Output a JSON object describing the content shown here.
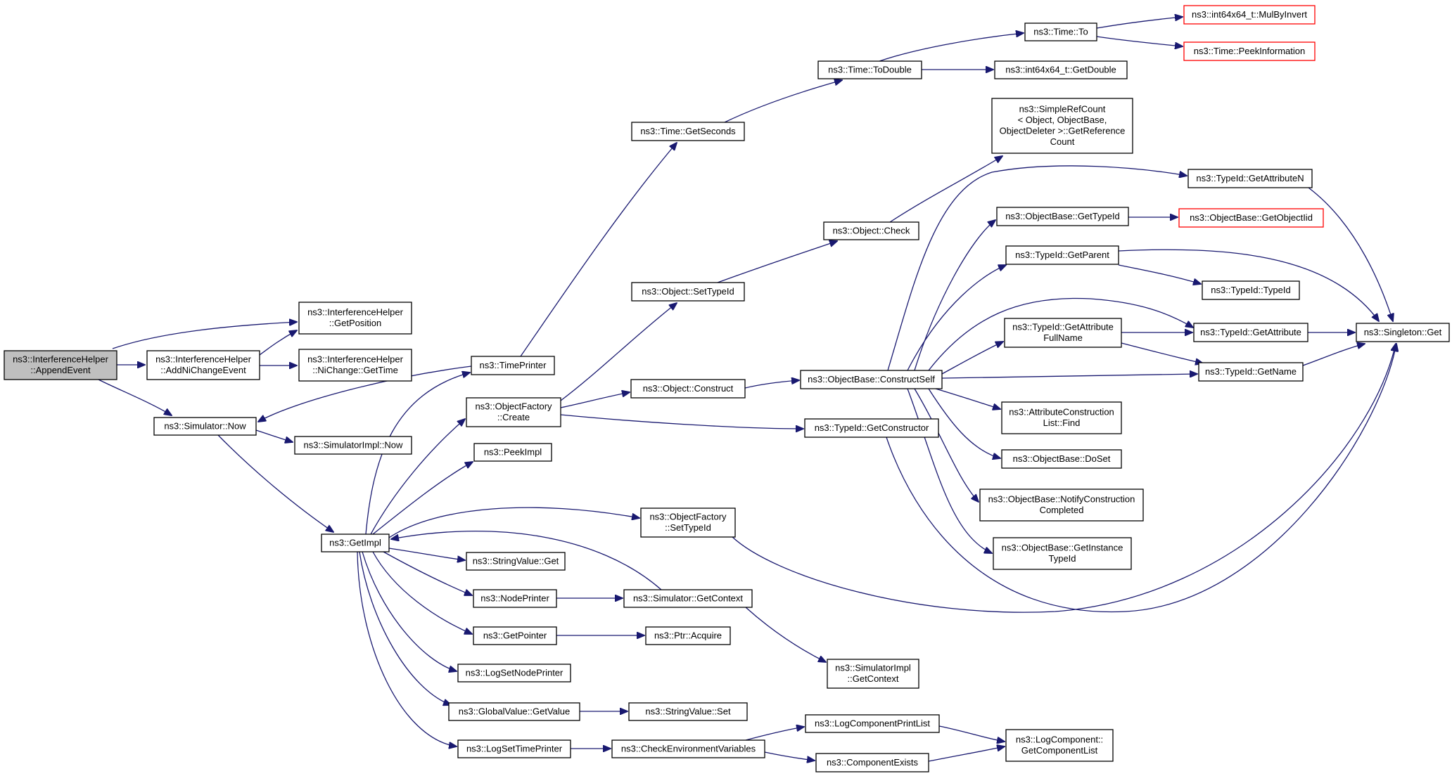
{
  "graph": {
    "nodes": [
      {
        "id": "append",
        "lines": [
          "ns3::InterferenceHelper",
          "::AppendEvent"
        ],
        "style": "root"
      },
      {
        "id": "getpos",
        "lines": [
          "ns3::InterferenceHelper",
          "::GetPosition"
        ]
      },
      {
        "id": "addni",
        "lines": [
          "ns3::InterferenceHelper",
          "::AddNiChangeEvent"
        ]
      },
      {
        "id": "nichange",
        "lines": [
          "ns3::InterferenceHelper",
          "::NiChange::GetTime"
        ]
      },
      {
        "id": "simnow",
        "lines": [
          "ns3::Simulator::Now"
        ]
      },
      {
        "id": "simimplnow",
        "lines": [
          "ns3::SimulatorImpl::Now"
        ]
      },
      {
        "id": "getimpl",
        "lines": [
          "ns3::GetImpl"
        ]
      },
      {
        "id": "timeprinter",
        "lines": [
          "ns3::TimePrinter"
        ]
      },
      {
        "id": "ofcreate",
        "lines": [
          "ns3::ObjectFactory",
          "::Create"
        ]
      },
      {
        "id": "peekimpl",
        "lines": [
          "ns3::PeekImpl"
        ]
      },
      {
        "id": "ofsettypeid",
        "lines": [
          "ns3::ObjectFactory",
          "::SetTypeId"
        ]
      },
      {
        "id": "svget",
        "lines": [
          "ns3::StringValue::Get"
        ]
      },
      {
        "id": "nodeprinter",
        "lines": [
          "ns3::NodePrinter"
        ]
      },
      {
        "id": "getpointer",
        "lines": [
          "ns3::GetPointer"
        ]
      },
      {
        "id": "lognodeprinter",
        "lines": [
          "ns3::LogSetNodePrinter"
        ]
      },
      {
        "id": "gvgetvalue",
        "lines": [
          "ns3::GlobalValue::GetValue"
        ]
      },
      {
        "id": "logtimeprinter",
        "lines": [
          "ns3::LogSetTimePrinter"
        ]
      },
      {
        "id": "getseconds",
        "lines": [
          "ns3::Time::GetSeconds"
        ]
      },
      {
        "id": "todouble",
        "lines": [
          "ns3::Time::ToDouble"
        ]
      },
      {
        "id": "timeto",
        "lines": [
          "ns3::Time::To"
        ]
      },
      {
        "id": "mulbyinvert",
        "lines": [
          "ns3::int64x64_t::MulByInvert"
        ],
        "style": "truncated"
      },
      {
        "id": "peekinfo",
        "lines": [
          "ns3::Time::PeekInformation"
        ],
        "style": "truncated"
      },
      {
        "id": "getdouble",
        "lines": [
          "ns3::int64x64_t::GetDouble"
        ]
      },
      {
        "id": "objsettypeid",
        "lines": [
          "ns3::Object::SetTypeId"
        ]
      },
      {
        "id": "objcheck",
        "lines": [
          "ns3::Object::Check"
        ]
      },
      {
        "id": "simplerefcount",
        "lines": [
          "ns3::SimpleRefCount",
          "< Object, ObjectBase,",
          "ObjectDeleter >::GetReference",
          "Count"
        ]
      },
      {
        "id": "objconstruct",
        "lines": [
          "ns3::Object::Construct"
        ]
      },
      {
        "id": "constructself",
        "lines": [
          "ns3::ObjectBase::ConstructSelf"
        ]
      },
      {
        "id": "getconstructor",
        "lines": [
          "ns3::TypeId::GetConstructor"
        ]
      },
      {
        "id": "simgetcontext",
        "lines": [
          "ns3::Simulator::GetContext"
        ]
      },
      {
        "id": "ptracquire",
        "lines": [
          "ns3::Ptr::Acquire"
        ]
      },
      {
        "id": "simimplgetcontext",
        "lines": [
          "ns3::SimulatorImpl",
          "::GetContext"
        ]
      },
      {
        "id": "svset",
        "lines": [
          "ns3::StringValue::Set"
        ]
      },
      {
        "id": "checkenv",
        "lines": [
          "ns3::CheckEnvironmentVariables"
        ]
      },
      {
        "id": "logprintlist",
        "lines": [
          "ns3::LogComponentPrintList"
        ]
      },
      {
        "id": "compexists",
        "lines": [
          "ns3::ComponentExists"
        ]
      },
      {
        "id": "getcomplist",
        "lines": [
          "ns3::LogComponent::",
          "GetComponentList"
        ]
      },
      {
        "id": "obgettypeid",
        "lines": [
          "ns3::ObjectBase::GetTypeId"
        ]
      },
      {
        "id": "getobjectiid",
        "lines": [
          "ns3::ObjectBase::GetObjectIid"
        ],
        "style": "truncated"
      },
      {
        "id": "getattributen",
        "lines": [
          "ns3::TypeId::GetAttributeN"
        ]
      },
      {
        "id": "getparent",
        "lines": [
          "ns3::TypeId::GetParent"
        ]
      },
      {
        "id": "typeidctor",
        "lines": [
          "ns3::TypeId::TypeId"
        ]
      },
      {
        "id": "getattrfullname",
        "lines": [
          "ns3::TypeId::GetAttribute",
          "FullName"
        ]
      },
      {
        "id": "getattribute",
        "lines": [
          "ns3::TypeId::GetAttribute"
        ]
      },
      {
        "id": "getname",
        "lines": [
          "ns3::TypeId::GetName"
        ]
      },
      {
        "id": "singletonget",
        "lines": [
          "ns3::Singleton::Get"
        ]
      },
      {
        "id": "acfind",
        "lines": [
          "ns3::AttributeConstruction",
          "List::Find"
        ]
      },
      {
        "id": "doset",
        "lines": [
          "ns3::ObjectBase::DoSet"
        ]
      },
      {
        "id": "notifyconstruction",
        "lines": [
          "ns3::ObjectBase::NotifyConstruction",
          "Completed"
        ]
      },
      {
        "id": "getinstancetypeid",
        "lines": [
          "ns3::ObjectBase::GetInstance",
          "TypeId"
        ]
      }
    ]
  }
}
